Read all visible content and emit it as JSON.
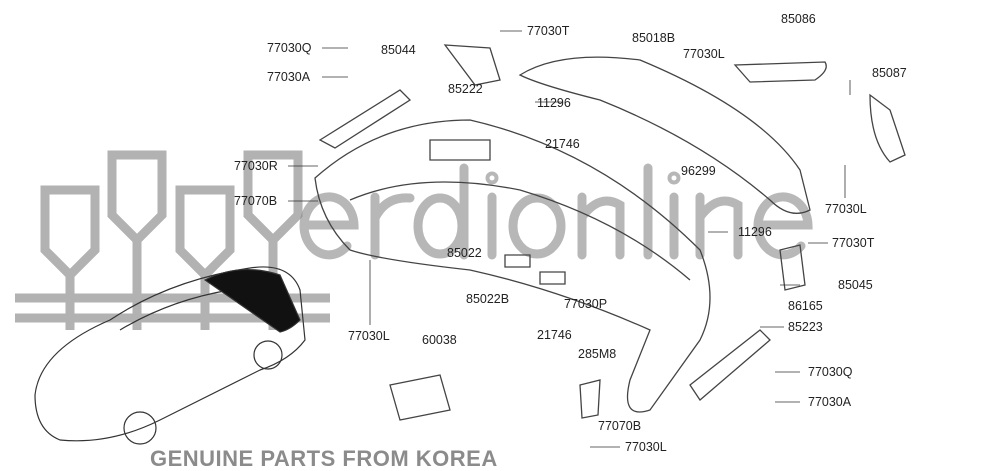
{
  "watermark": {
    "brand": "erdionline",
    "tagline": "GENUINE PARTS FROM KOREA"
  },
  "parts": [
    {
      "code": "77030Q"
    },
    {
      "code": "77030A"
    },
    {
      "code": "85044"
    },
    {
      "code": "77030T"
    },
    {
      "code": "85018B"
    },
    {
      "code": "77030L"
    },
    {
      "code": "85086"
    },
    {
      "code": "85087"
    },
    {
      "code": "85222"
    },
    {
      "code": "11296"
    },
    {
      "code": "21746"
    },
    {
      "code": "96299"
    },
    {
      "code": "77030R"
    },
    {
      "code": "77070B"
    },
    {
      "code": "77030L"
    },
    {
      "code": "11296"
    },
    {
      "code": "77030T"
    },
    {
      "code": "85022"
    },
    {
      "code": "85022B"
    },
    {
      "code": "77030P"
    },
    {
      "code": "85045"
    },
    {
      "code": "86165"
    },
    {
      "code": "85223"
    },
    {
      "code": "21746"
    },
    {
      "code": "285M8"
    },
    {
      "code": "60038"
    },
    {
      "code": "77030Q"
    },
    {
      "code": "77030A"
    },
    {
      "code": "77070B"
    },
    {
      "code": "77030L"
    },
    {
      "code": "77030L"
    }
  ]
}
